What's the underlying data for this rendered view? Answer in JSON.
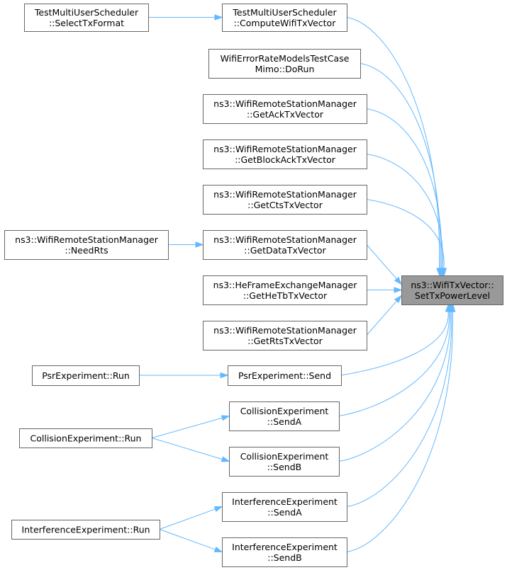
{
  "colors": {
    "node_fill": "#ffffff",
    "node_border": "#666666",
    "focus_fill": "#999999",
    "edge": "#63b8ff",
    "text": "#000000"
  },
  "nodes": {
    "target": [
      "ns3::WifiTxVector::",
      "SetTxPowerLevel"
    ],
    "compute_wifi_tx_vector": [
      "TestMultiUserScheduler",
      "::ComputeWifiTxVector"
    ],
    "select_tx_format": [
      "TestMultiUserScheduler",
      "::SelectTxFormat"
    ],
    "mimo_do_run": [
      "WifiErrorRateModelsTestCase",
      "Mimo::DoRun"
    ],
    "get_ack_tx_vector": [
      "ns3::WifiRemoteStationManager",
      "::GetAckTxVector"
    ],
    "get_block_ack_tx_vector": [
      "ns3::WifiRemoteStationManager",
      "::GetBlockAckTxVector"
    ],
    "get_cts_tx_vector": [
      "ns3::WifiRemoteStationManager",
      "::GetCtsTxVector"
    ],
    "get_data_tx_vector": [
      "ns3::WifiRemoteStationManager",
      "::GetDataTxVector"
    ],
    "need_rts": [
      "ns3::WifiRemoteStationManager",
      "::NeedRts"
    ],
    "get_he_tb_tx_vector": [
      "ns3::HeFrameExchangeManager",
      "::GetHeTbTxVector"
    ],
    "get_rts_tx_vector": [
      "ns3::WifiRemoteStationManager",
      "::GetRtsTxVector"
    ],
    "psr_send": [
      "PsrExperiment::Send"
    ],
    "psr_run": [
      "PsrExperiment::Run"
    ],
    "collision_send_a": [
      "CollisionExperiment",
      "::SendA"
    ],
    "collision_send_b": [
      "CollisionExperiment",
      "::SendB"
    ],
    "collision_run": [
      "CollisionExperiment::Run"
    ],
    "interference_send_a": [
      "InterferenceExperiment",
      "::SendA"
    ],
    "interference_send_b": [
      "InterferenceExperiment",
      "::SendB"
    ],
    "interference_run": [
      "InterferenceExperiment::Run"
    ]
  },
  "edges": [
    [
      "select_tx_format",
      "compute_wifi_tx_vector"
    ],
    [
      "need_rts",
      "get_data_tx_vector"
    ],
    [
      "psr_run",
      "psr_send"
    ],
    [
      "collision_run",
      "collision_send_a"
    ],
    [
      "collision_run",
      "collision_send_b"
    ],
    [
      "interference_run",
      "interference_send_a"
    ],
    [
      "interference_run",
      "interference_send_b"
    ],
    [
      "compute_wifi_tx_vector",
      "target"
    ],
    [
      "mimo_do_run",
      "target"
    ],
    [
      "get_ack_tx_vector",
      "target"
    ],
    [
      "get_block_ack_tx_vector",
      "target"
    ],
    [
      "get_cts_tx_vector",
      "target"
    ],
    [
      "get_data_tx_vector",
      "target"
    ],
    [
      "get_he_tb_tx_vector",
      "target"
    ],
    [
      "get_rts_tx_vector",
      "target"
    ],
    [
      "psr_send",
      "target"
    ],
    [
      "collision_send_a",
      "target"
    ],
    [
      "collision_send_b",
      "target"
    ],
    [
      "interference_send_a",
      "target"
    ],
    [
      "interference_send_b",
      "target"
    ]
  ]
}
